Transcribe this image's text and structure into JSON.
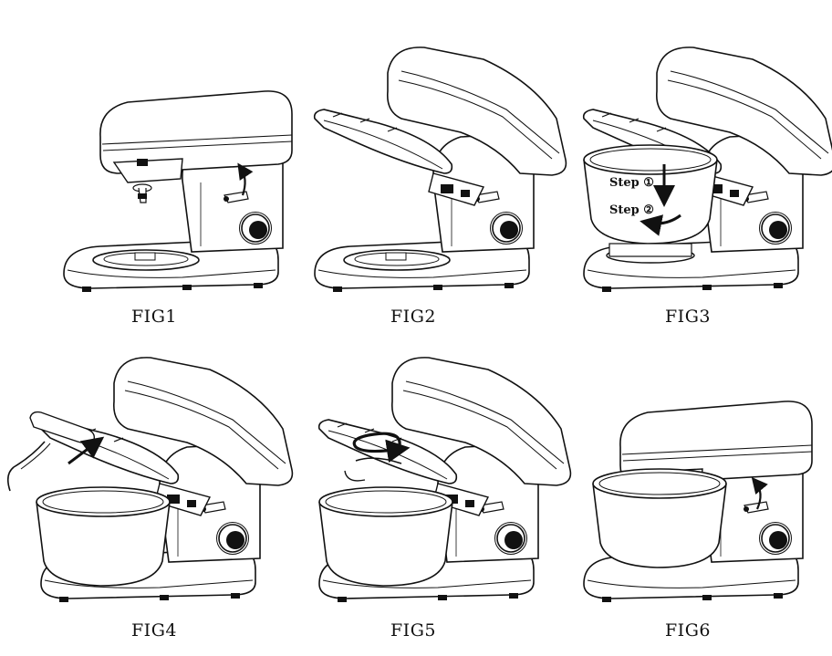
{
  "figures": [
    {
      "caption": "FIG1"
    },
    {
      "caption": "FIG2"
    },
    {
      "caption": "FIG3",
      "steps": [
        "Step ①",
        "Step ②"
      ]
    },
    {
      "caption": "FIG4"
    },
    {
      "caption": "FIG5"
    },
    {
      "caption": "FIG6"
    }
  ],
  "colors": {
    "line": "#111111",
    "background": "#ffffff"
  }
}
